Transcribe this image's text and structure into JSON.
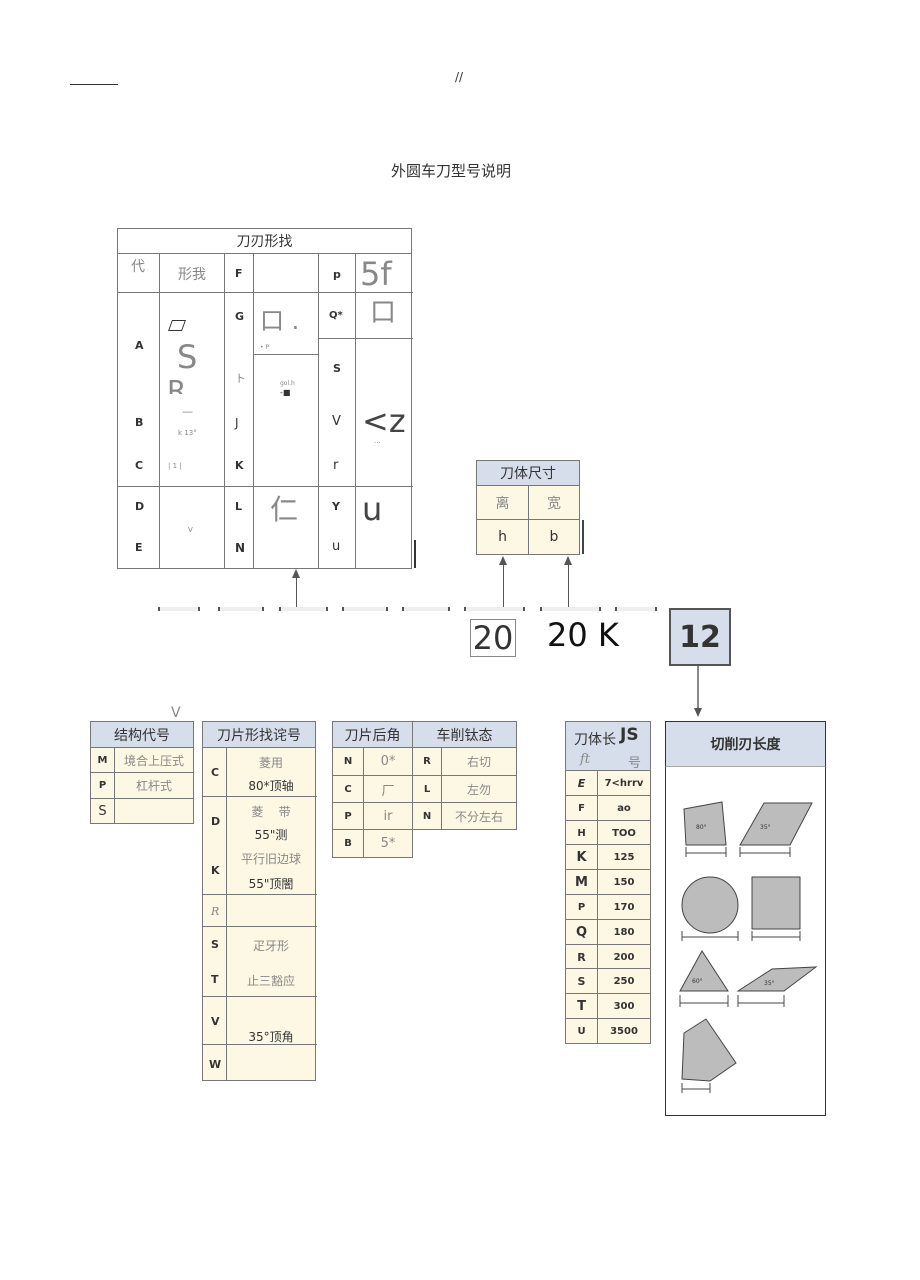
{
  "top_marks": {
    "slash": "//"
  },
  "title": "外圆车刀型号说明",
  "blade_shape": {
    "header": "刀刃形找",
    "col_code": "代",
    "col_shape": "形我",
    "rows": [
      {
        "code": "A",
        "shape": "S"
      },
      {
        "code": "B",
        "shape": "R"
      },
      {
        "code": "C",
        "shape": ""
      },
      {
        "code": "D",
        "shape": ""
      },
      {
        "code": "E",
        "shape": ""
      }
    ],
    "col3_codes": [
      "F",
      "G",
      "ト",
      "J",
      "K",
      "L",
      "N"
    ],
    "col4_texts": [
      "口 .",
      "仁"
    ],
    "col5_codes": [
      "p",
      "Q*",
      "S",
      "V",
      "r",
      "Y",
      "u"
    ],
    "col6_texts": [
      "5f",
      "口",
      "<z",
      "u"
    ],
    "small_texts": [
      "• P",
      "gol.h",
      "-■",
      "k 13°",
      "| 1 |",
      "V",
      "—",
      "..."
    ]
  },
  "body_size": {
    "header": "刀体尺寸",
    "col1": "离",
    "col2": "宽",
    "val1": "h",
    "val2": "b"
  },
  "code_boxes": {
    "a": "20",
    "b": "20 K",
    "c": "12"
  },
  "stray_v": "V",
  "structure": {
    "header": "结构代号",
    "rows": [
      {
        "code": "M",
        "text": "境合上压式"
      },
      {
        "code": "P",
        "text": "杠杆式"
      },
      {
        "code": "S",
        "text": ""
      }
    ]
  },
  "insert_shape": {
    "header": "刀片形找诧号",
    "rows": [
      {
        "code": "C",
        "line1": "菱用",
        "line2": "80*顶轴"
      },
      {
        "code": "D",
        "line1": "菱    带",
        "line2": "55\"测"
      },
      {
        "code": "K",
        "line1": "平行旧边球",
        "line2": "55\"顶闇"
      },
      {
        "code": "R",
        "line1": "",
        "line2": ""
      },
      {
        "code": "S",
        "line1": "疋牙形",
        "line2": ""
      },
      {
        "code": "T",
        "line1": "止三豁应",
        "line2": ""
      },
      {
        "code": "V",
        "line1": "",
        "line2": "35°顶角"
      },
      {
        "code": "W",
        "line1": "",
        "line2": ""
      }
    ]
  },
  "relief": {
    "header1": "刀片后角",
    "header2": "车削钛态",
    "rows_left": [
      {
        "code": "N",
        "val": "0*"
      },
      {
        "code": "C",
        "val": "厂"
      },
      {
        "code": "P",
        "val": "ir"
      },
      {
        "code": "B",
        "val": "5*"
      }
    ],
    "rows_right": [
      {
        "code": "R",
        "val": "右切"
      },
      {
        "code": "L",
        "val": "左勿"
      },
      {
        "code": "N",
        "val": "不分左右"
      }
    ]
  },
  "body_length": {
    "header_a": "刀体长",
    "header_b": "JS",
    "sub_a": "ft",
    "sub_b": "号",
    "rows": [
      {
        "code": "E",
        "val": "7<hrrv"
      },
      {
        "code": "F",
        "val": "ao"
      },
      {
        "code": "H",
        "val": "TOO"
      },
      {
        "code": "K",
        "val": "125"
      },
      {
        "code": "M",
        "val": "150"
      },
      {
        "code": "P",
        "val": "170"
      },
      {
        "code": "Q",
        "val": "180"
      },
      {
        "code": "R",
        "val": "200"
      },
      {
        "code": "S",
        "val": "250"
      },
      {
        "code": "T",
        "val": "300"
      },
      {
        "code": "U",
        "val": "3500"
      }
    ]
  },
  "edge_length": {
    "header": "切削刃长度",
    "angle_labels": [
      "80°",
      "35°",
      "60°",
      "35°"
    ]
  },
  "colors": {
    "header_blue": "#d5deea",
    "cream": "#fdf8e4",
    "shape_gray": "#bcbcbc"
  }
}
